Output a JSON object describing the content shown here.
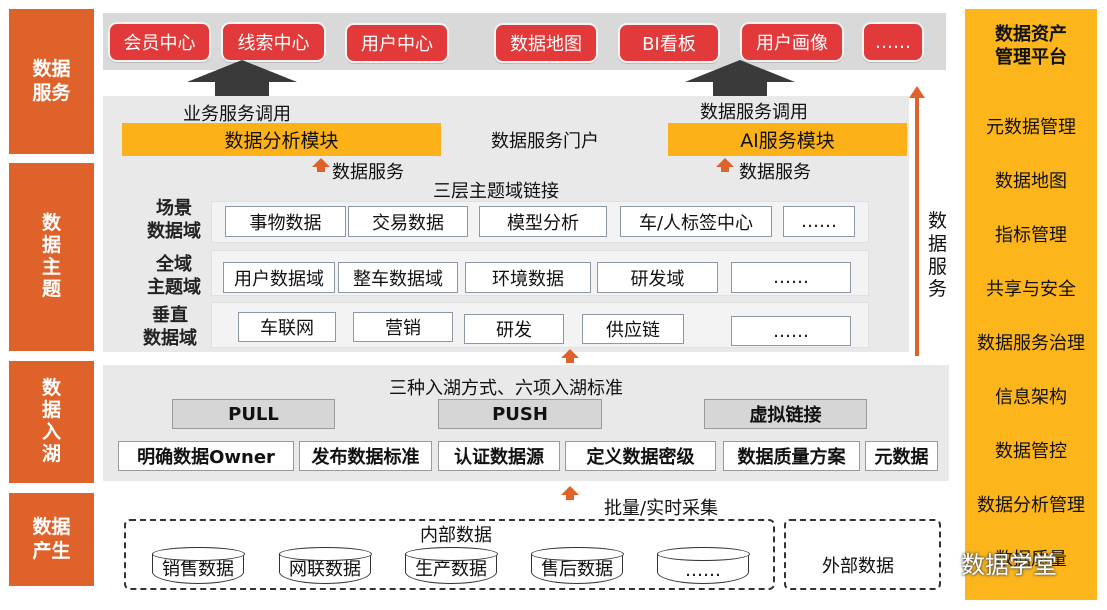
{
  "left_labels": {
    "service": "数据\n服务",
    "topic": "数\n据\n主\n题",
    "lake": "数\n据\n入\n湖",
    "produce": "数据\n产生"
  },
  "top_apps": [
    "会员中心",
    "线索中心",
    "用户中心",
    "数据地图",
    "BI看板",
    "用户画像",
    "……"
  ],
  "service_layer": {
    "business_call": "业务服务调用",
    "data_call": "数据服务调用",
    "analysis_module": "数据分析模块",
    "ai_module": "AI服务模块",
    "portal": "数据服务门户",
    "data_service_left": "数据服务",
    "data_service_right": "数据服务"
  },
  "topic_layer": {
    "title": "三层主题域链接",
    "rows": [
      {
        "label": "场景\n数据域",
        "items": [
          "事物数据",
          "交易数据",
          "模型分析",
          "车/人标签中心",
          "……"
        ]
      },
      {
        "label": "全域\n主题域",
        "items": [
          "用户数据域",
          "整车数据域",
          "环境数据",
          "研发域",
          "……"
        ]
      },
      {
        "label": "垂直\n数据域",
        "items": [
          "车联网",
          "营销",
          "研发",
          "供应链",
          "……"
        ]
      }
    ]
  },
  "vertical_service_label": "数\n据\n服\n务",
  "lake_layer": {
    "title": "三种入湖方式、六项入湖标准",
    "methods": [
      "PULL",
      "PUSH",
      "虚拟链接"
    ],
    "standards": [
      "明确数据Owner",
      "发布数据标准",
      "认证数据源",
      "定义数据密级",
      "数据质量方案",
      "元数据"
    ]
  },
  "produce_layer": {
    "collect_label": "批量/实时采集",
    "internal_title": "内部数据",
    "internal_sources": [
      "销售数据",
      "网联数据",
      "生产数据",
      "售后数据",
      "……"
    ],
    "external_label": "外部数据"
  },
  "right_panel": {
    "title": "数据资产\n管理平台",
    "items": [
      "元数据管理",
      "数据地图",
      "指标管理",
      "共享与安全",
      "数据服务治理",
      "信息架构",
      "数据管控",
      "数据分析管理",
      "数据质量"
    ]
  },
  "watermark": "数据学堂",
  "colors": {
    "orange": "#e0622b",
    "red_pill": "#e23a3a",
    "yellow": "#fbb117",
    "panel_gray": "#e9e9ea"
  }
}
